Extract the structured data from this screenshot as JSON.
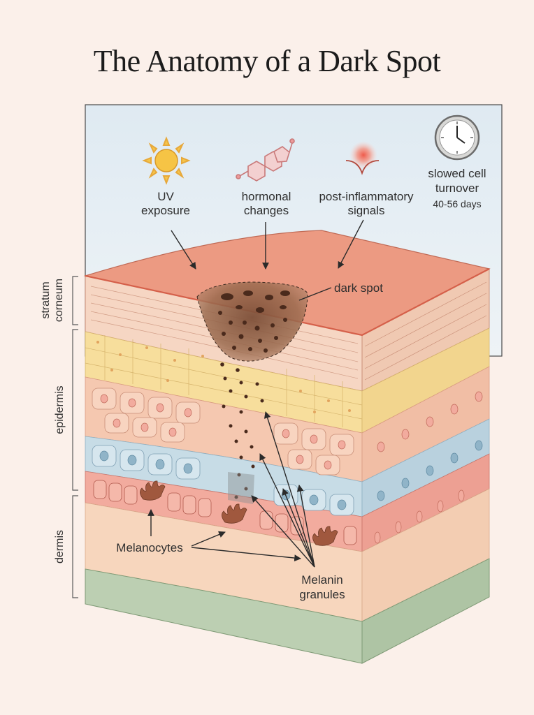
{
  "title": "The Anatomy of a Dark Spot",
  "factors": {
    "uv": [
      "UV",
      "exposure"
    ],
    "hormonal": [
      "hormonal",
      "changes"
    ],
    "inflammatory": [
      "post-inflammatory",
      "signals"
    ],
    "turnover": [
      "slowed cell",
      "turnover"
    ],
    "turnover_days": "40-56 days"
  },
  "labels": {
    "dark_spot": "dark spot",
    "melanocytes": "Melanocytes",
    "melanin": [
      "Melanin",
      "granules"
    ]
  },
  "side_labels": {
    "stratum": [
      "stratum",
      "corneum"
    ],
    "epidermis": "epidermis",
    "dermis": "dermis"
  },
  "colors": {
    "top_surface": "#ec9a82",
    "stratum": "#f6d6c3",
    "yellow_layer": "#f7de9c",
    "pink_layer": "#f5c8b0",
    "blue_layer": "#c7dce6",
    "basal_layer": "#f2ab9e",
    "dermis": "#f7d6bd",
    "base": "#bccfb2",
    "spot": "#8a5a3e"
  }
}
